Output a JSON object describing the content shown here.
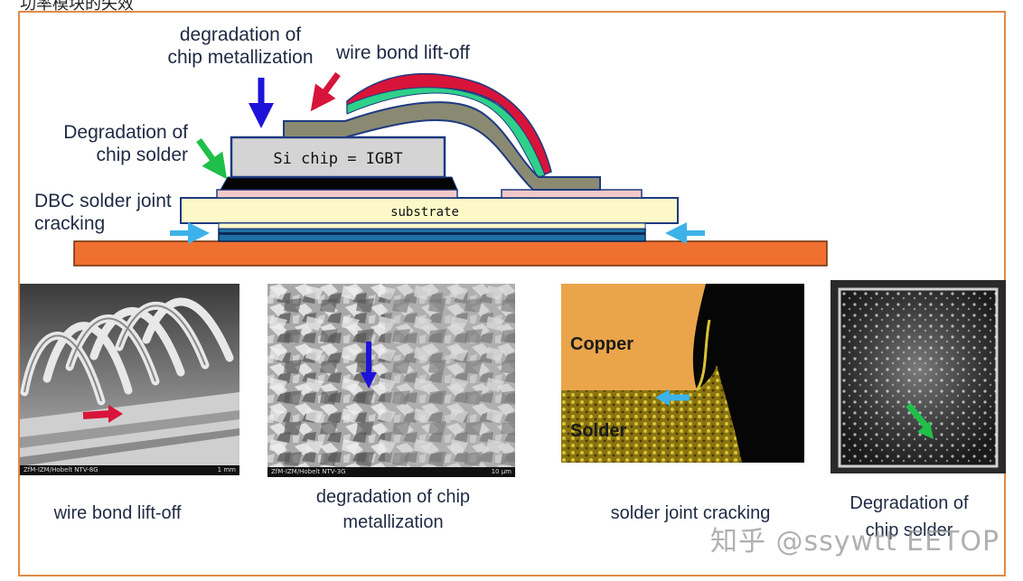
{
  "header_crop": "功率模块的失效",
  "diagram": {
    "labels": {
      "chip_metallization": "degradation of\nchip metallization",
      "wire_bond": "wire bond lift-off",
      "chip_solder": "Degradation of\nchip solder",
      "dbc_solder": "DBC solder joint\ncracking",
      "chip": "Si chip = IGBT",
      "substrate": "substrate"
    }
  },
  "photos": {
    "wire_bond": {
      "footer_left": "ZfM-IZM/Hobelt NTV-8G",
      "footer_right": "1 mm",
      "caption": "wire bond lift-off"
    },
    "metallization": {
      "footer_left": "ZfM-IZM/Hobelt NTV-3G",
      "footer_right": "10 μm",
      "caption": "degradation of chip\nmetallization"
    },
    "solder_joint": {
      "copper": "Copper",
      "solder": "Solder",
      "caption": "solder joint cracking"
    },
    "chip_solder": {
      "caption": "Degradation of\nchip solder"
    }
  },
  "watermark": "知乎 @ssywtt EETOP",
  "colors": {
    "frame": "#e08a48",
    "arrow_blue": "#1f12d8",
    "arrow_red": "#d8143a",
    "arrow_green": "#1fbf4a",
    "arrow_cyan": "#3cb3e8",
    "baseplate": "#f07030"
  }
}
